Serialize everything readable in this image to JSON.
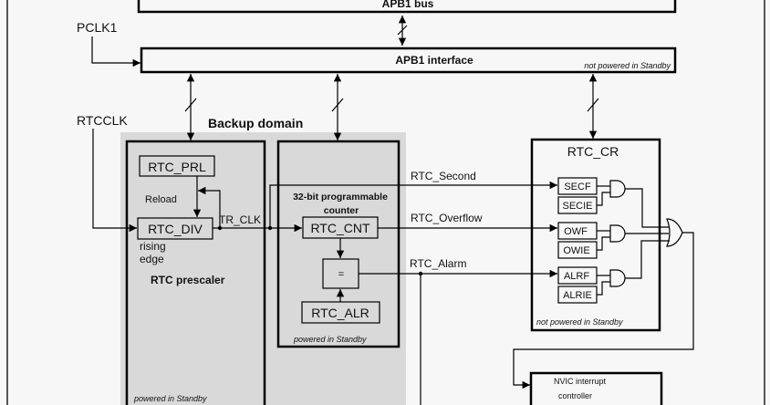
{
  "labels": {
    "apb1_bus": "APB1 bus",
    "apb1_interface": "APB1 interface",
    "not_powered_interface": "not powered in Standby",
    "pclk1": "PCLK1",
    "rtcclk": "RTCCLK",
    "backup_domain": "Backup domain",
    "rtc_prl": "RTC_PRL",
    "reload": "Reload",
    "rtc_div": "RTC_DIV",
    "tr_clk": "TR_CLK",
    "rising": "rising",
    "edge": "edge",
    "rtc_prescaler": "RTC prescaler",
    "prescaler_powered": "powered in Standby",
    "counter_line1": "32-bit programmable",
    "counter_line2": "counter",
    "rtc_cnt": "RTC_CNT",
    "compare": "=",
    "rtc_alr": "RTC_ALR",
    "counter_powered": "powered in Standby",
    "rtc_second": "RTC_Second",
    "rtc_overflow": "RTC_Overflow",
    "rtc_alarm": "RTC_Alarm",
    "rtc_cr": "RTC_CR",
    "secf": "SECF",
    "secie": "SECIE",
    "owf": "OWF",
    "owie": "OWIE",
    "alrf": "ALRF",
    "alrie": "ALRIE",
    "cr_not_powered": "not powered in Standby",
    "nvic_line1": "NVIC interrupt",
    "nvic_line2": "controller"
  },
  "colors": {
    "backup_domain_fill": "#d9d9d9",
    "line": "#000000"
  }
}
